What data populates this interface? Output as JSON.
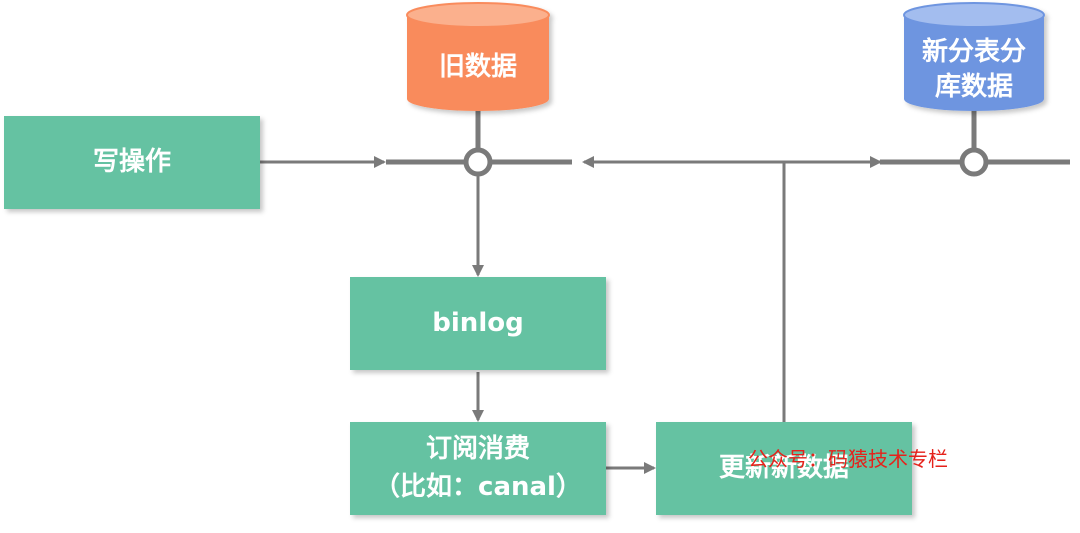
{
  "nodes": {
    "write_op": "写操作",
    "old_db": "旧数据",
    "new_db_line1": "新分表分",
    "new_db_line2": "库数据",
    "binlog": "binlog",
    "subscribe_line1": "订阅消费",
    "subscribe_line2": "（比如：canal）",
    "update": "更新新数据"
  },
  "watermark": "公众号：码猿技术专栏",
  "colors": {
    "process_box": "#65c2a2",
    "old_db": "#f98b5c",
    "new_db": "#6e95e0",
    "connector": "#7a7a7a",
    "watermark": "#e5221b"
  }
}
